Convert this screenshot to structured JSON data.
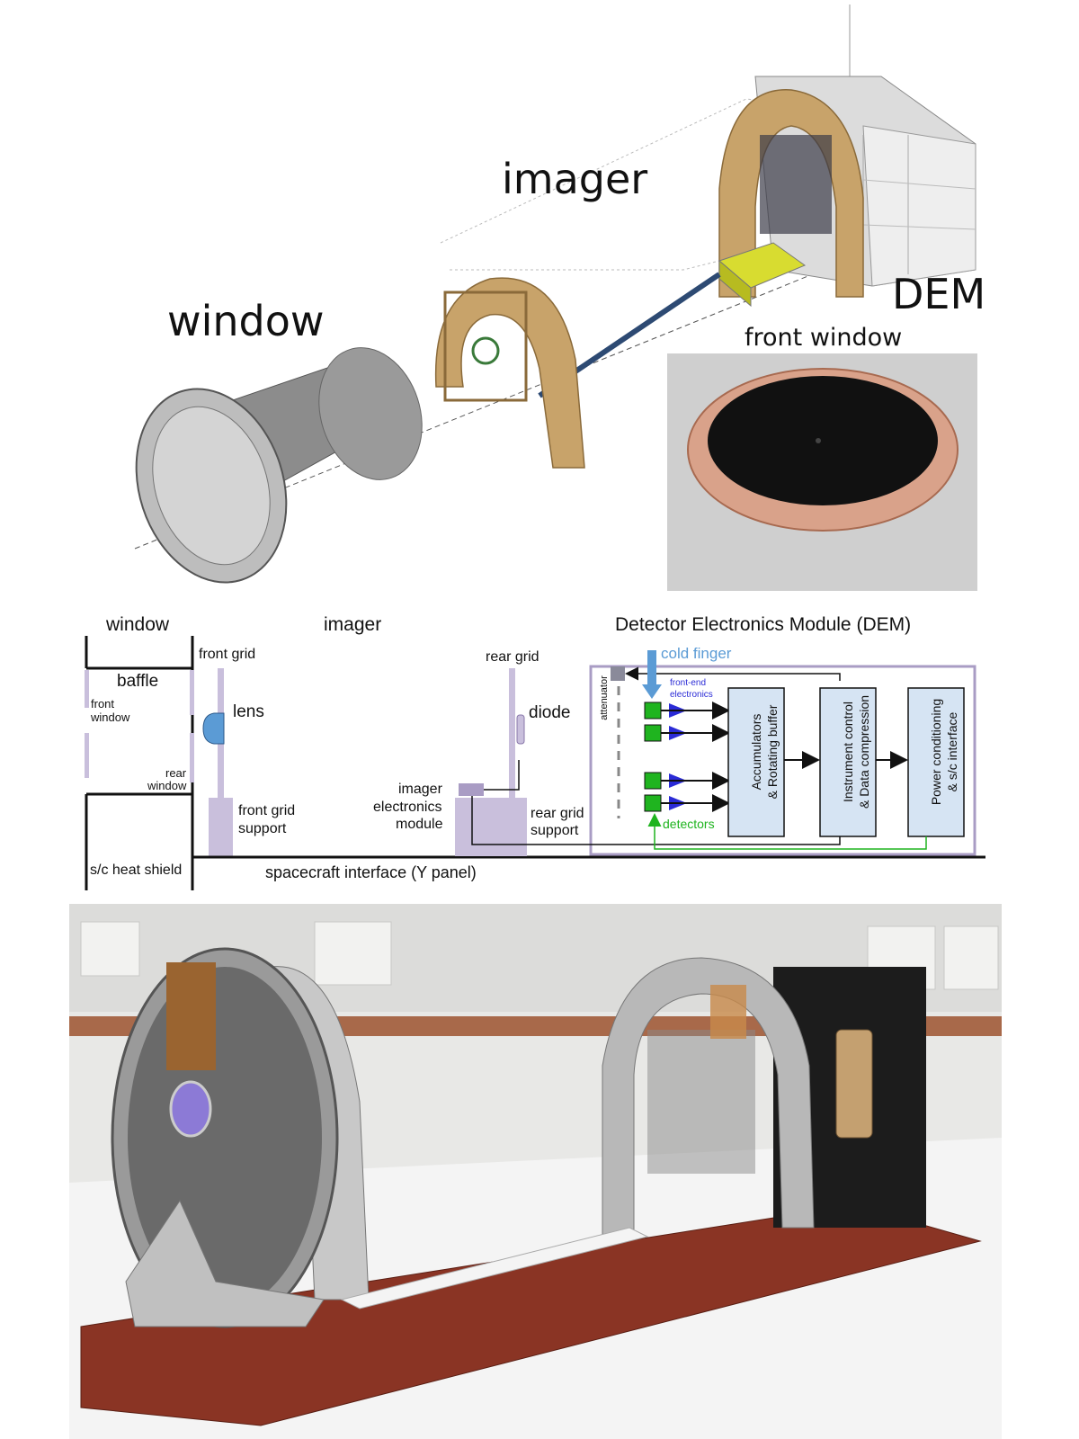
{
  "rendering": {
    "labels": {
      "window": "window",
      "imager": "imager",
      "dem": "DEM",
      "front_window": "front window"
    }
  },
  "schematic": {
    "headers": {
      "window": "window",
      "imager": "imager",
      "dem": "Detector Electronics Module (DEM)"
    },
    "labels": {
      "baffle": "baffle",
      "front_window_1": "front",
      "front_window_2": "window",
      "rear_window_1": "rear",
      "rear_window_2": "window",
      "sc_heat_shield": "s/c heat shield",
      "front_grid": "front grid",
      "lens": "lens",
      "front_grid_support_1": "front grid",
      "front_grid_support_2": "support",
      "spacecraft_interface": "spacecraft interface (Y panel)",
      "rear_grid": "rear grid",
      "diode": "diode",
      "imager_electronics_1": "imager",
      "imager_electronics_2": "electronics",
      "imager_electronics_3": "module",
      "rear_grid_support_1": "rear grid",
      "rear_grid_support_2": "support",
      "cold_finger": "cold finger",
      "attenuator": "attenuator",
      "front_end_1": "front-end",
      "front_end_2": "electronics",
      "detectors": "detectors",
      "accumulators_1": "Accumulators",
      "accumulators_2": "& Rotating buffer",
      "instrument_control_1": "Instrument control",
      "instrument_control_2": "& Data compression",
      "power_1": "Power conditioning",
      "power_2": "& s/c interface"
    }
  },
  "colors": {
    "lavender": "#c9bfdc",
    "box_fill": "#d6e4f3",
    "cold_finger_blue": "#5b9bd5",
    "front_end_blue": "#2b2bd6",
    "detectors_green": "#1fb41f",
    "bronze": "#b08a55",
    "bench_red": "#8a3424"
  }
}
